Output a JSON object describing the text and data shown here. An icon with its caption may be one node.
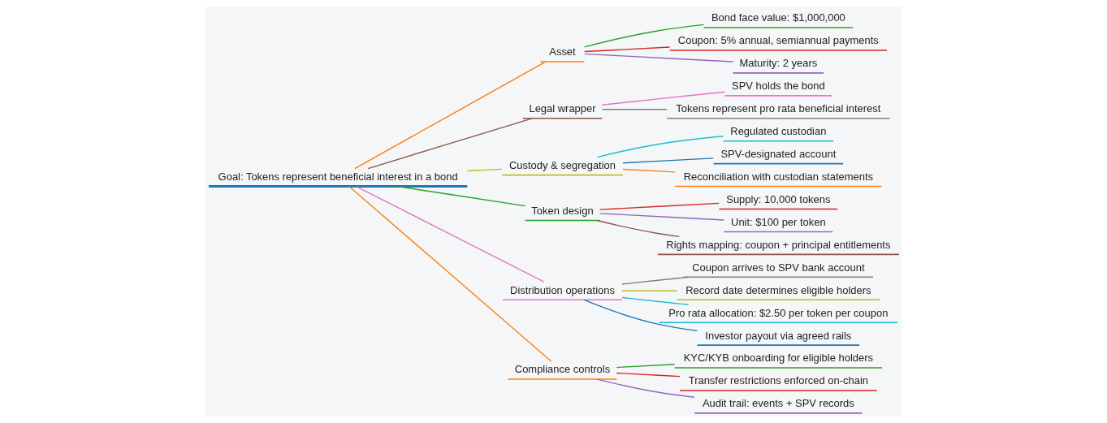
{
  "diagram": {
    "nodes": [
      {
        "text": [
          "Goal: Tokens represent beneficial interest in a bond"
        ]
      },
      {
        "text": [
          "Asset"
        ]
      },
      {
        "text": [
          "Bond face value: $1,000,000"
        ]
      },
      {
        "text": [
          "Coupon: 5% annual, semiannual payments"
        ]
      },
      {
        "text": [
          "Maturity: 2 years"
        ]
      },
      {
        "text": [
          "Legal wrapper"
        ]
      },
      {
        "text": [
          "SPV holds the bond"
        ]
      },
      {
        "text": [
          "Tokens represent pro rata beneficial interest"
        ]
      },
      {
        "text": [
          "Custody & segregation"
        ]
      },
      {
        "text": [
          "Regulated custodian"
        ]
      },
      {
        "text": [
          "SPV-designated account"
        ]
      },
      {
        "text": [
          "Reconciliation with custodian statements"
        ]
      },
      {
        "text": [
          "Token design"
        ]
      },
      {
        "text": [
          "Supply: 10,000 tokens"
        ]
      },
      {
        "text": [
          "Unit: $100 per token"
        ]
      },
      {
        "text": [
          "Rights mapping: coupon + principal entitlements"
        ]
      },
      {
        "text": [
          "Distribution operations"
        ]
      },
      {
        "text": [
          "Coupon arrives to SPV bank account"
        ]
      },
      {
        "text": [
          "Record date determines eligible holders"
        ]
      },
      {
        "text": [
          "Pro rata allocation: $2.50 per token per coupon"
        ]
      },
      {
        "text": [
          "Investor payout via agreed rails"
        ]
      },
      {
        "text": [
          "Compliance controls"
        ]
      },
      {
        "text": [
          "KYC/KYB onboarding for eligible holders"
        ]
      },
      {
        "text": [
          "Transfer restrictions enforced on-chain"
        ]
      },
      {
        "text": [
          "Audit trail: events + SPV records"
        ]
      }
    ],
    "edges": [
      {
        "from": 0,
        "to": 1,
        "arrow": "none",
        "color": "#ff7f0e"
      },
      {
        "from": 1,
        "to": 2,
        "arrow": "none",
        "color": "#2ca02c"
      },
      {
        "from": 1,
        "to": 3,
        "arrow": "none",
        "color": "#d62728"
      },
      {
        "from": 1,
        "to": 4,
        "arrow": "none",
        "color": "#9467bd"
      },
      {
        "from": 0,
        "to": 5,
        "arrow": "none",
        "color": "#8c564b"
      },
      {
        "from": 5,
        "to": 6,
        "arrow": "none",
        "color": "#e377c2"
      },
      {
        "from": 5,
        "to": 7,
        "arrow": "none",
        "color": "#7f7f7f"
      },
      {
        "from": 0,
        "to": 8,
        "arrow": "none",
        "color": "#bcbd22"
      },
      {
        "from": 8,
        "to": 9,
        "arrow": "none",
        "color": "#17becf"
      },
      {
        "from": 8,
        "to": 10,
        "arrow": "none",
        "color": "#1f77b4"
      },
      {
        "from": 8,
        "to": 11,
        "arrow": "none",
        "color": "#ff7f0e"
      },
      {
        "from": 0,
        "to": 12,
        "arrow": "none",
        "color": "#2ca02c"
      },
      {
        "from": 12,
        "to": 13,
        "arrow": "none",
        "color": "#d62728"
      },
      {
        "from": 12,
        "to": 14,
        "arrow": "none",
        "color": "#9467bd"
      },
      {
        "from": 12,
        "to": 15,
        "arrow": "none",
        "color": "#8c564b"
      },
      {
        "from": 0,
        "to": 16,
        "arrow": "none",
        "color": "#e377c2"
      },
      {
        "from": 16,
        "to": 17,
        "arrow": "none",
        "color": "#7f7f7f"
      },
      {
        "from": 16,
        "to": 18,
        "arrow": "none",
        "color": "#bcbd22"
      },
      {
        "from": 16,
        "to": 19,
        "arrow": "none",
        "color": "#17becf"
      },
      {
        "from": 16,
        "to": 20,
        "arrow": "none",
        "color": "#1f77b4"
      },
      {
        "from": 0,
        "to": 21,
        "arrow": "none",
        "color": "#ff7f0e"
      },
      {
        "from": 21,
        "to": 22,
        "arrow": "none",
        "color": "#2ca02c"
      },
      {
        "from": 21,
        "to": 23,
        "arrow": "none",
        "color": "#d62728"
      },
      {
        "from": 21,
        "to": 24,
        "arrow": "none",
        "color": "#9467bd"
      }
    ]
  }
}
